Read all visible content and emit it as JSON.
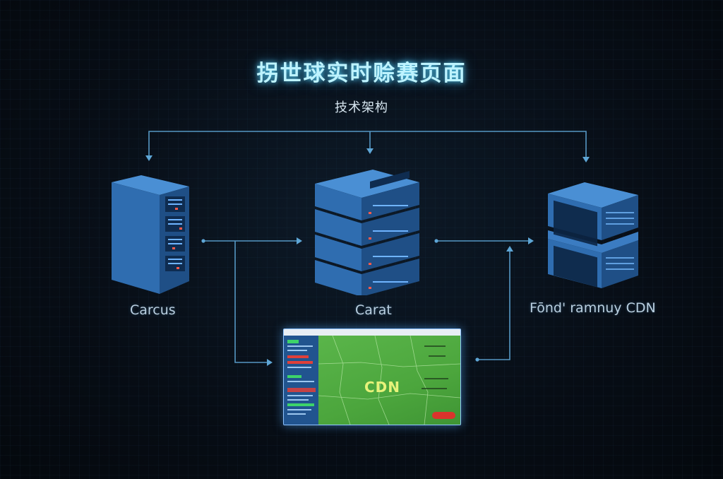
{
  "title": "拐世球实时赊赛页面",
  "subtitle": "技术架构",
  "nodes": {
    "left": {
      "label": "Carcus"
    },
    "center": {
      "label": "Carat"
    },
    "right": {
      "label": "Fōnd' ramnuy CDN"
    }
  },
  "dashboard": {
    "map_label": "CDN"
  },
  "colors": {
    "background": "#070d15",
    "wire": "#5ea6d6",
    "server_front": "#2f6db0",
    "server_top": "#4a8fd4",
    "title_glow": "#5adcff",
    "map_green": "#4ca63d",
    "map_label": "#e7f27a"
  }
}
